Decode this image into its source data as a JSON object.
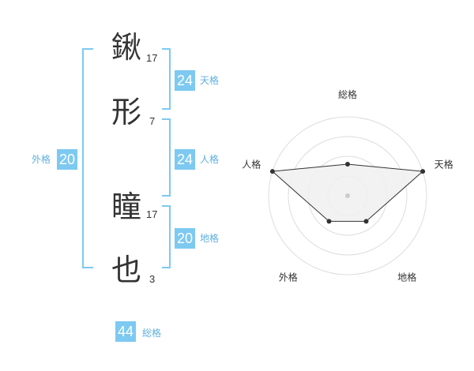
{
  "name": {
    "chars": [
      {
        "kanji": "鍬",
        "strokes": "17"
      },
      {
        "kanji": "形",
        "strokes": "7"
      },
      {
        "kanji": "瞳",
        "strokes": "17"
      },
      {
        "kanji": "也",
        "strokes": "3"
      }
    ]
  },
  "kaku": {
    "tenkaku": {
      "value": "24",
      "label": "天格"
    },
    "jinkaku": {
      "value": "24",
      "label": "人格"
    },
    "chikaku": {
      "value": "20",
      "label": "地格"
    },
    "gaikaku": {
      "value": "20",
      "label": "外格"
    },
    "soukaku": {
      "value": "44",
      "label": "総格"
    }
  },
  "colors": {
    "accent": "#7dc9f1",
    "accent_text": "#5fb0e0",
    "text": "#333333",
    "grid": "#dddddd",
    "polygon_fill": "#f0f0f0",
    "polygon_stroke": "#333333"
  },
  "chart_data": {
    "type": "radar",
    "axes": [
      "総格",
      "天格",
      "地格",
      "外格",
      "人格"
    ],
    "values": [
      2,
      5,
      2,
      2,
      5
    ],
    "max": 5,
    "rings": 4
  }
}
